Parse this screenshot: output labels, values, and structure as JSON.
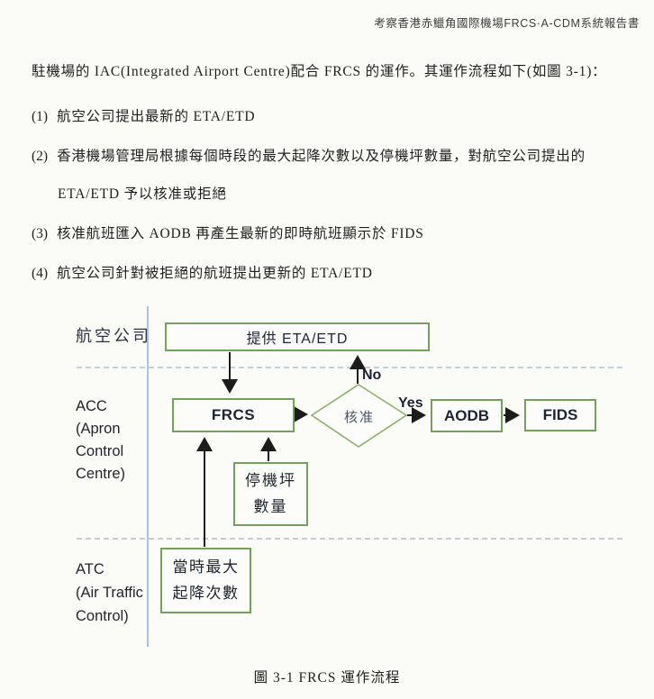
{
  "header": {
    "title": "考察香港赤鱲角國際機場FRCS·A-CDM系統報告書"
  },
  "body": {
    "intro": "駐機場的 IAC(Integrated Airport Centre)配合 FRCS 的運作。其運作流程如下(如圖 3-1)：",
    "items": [
      {
        "num": "(1)",
        "text": "航空公司提出最新的 ETA/ETD"
      },
      {
        "num": "(2)",
        "text": "香港機場管理局根據每個時段的最大起降次數以及停機坪數量，對航空公司提出的",
        "text2": "ETA/ETD 予以核准或拒絕"
      },
      {
        "num": "(3)",
        "text": "核准航班匯入 AODB 再產生最新的即時航班顯示於 FIDS"
      },
      {
        "num": "(4)",
        "text": "航空公司針對被拒絕的航班提出更新的 ETA/ETD"
      }
    ]
  },
  "flowchart": {
    "lanes": {
      "airline": "航空公司",
      "acc": [
        "ACC",
        "(Apron",
        "Control",
        "Centre)"
      ],
      "atc": [
        "ATC",
        "(Air Traffic",
        "Control)"
      ]
    },
    "nodes": {
      "provide": "提供 ETA/ETD",
      "frcs": "FRCS",
      "decision": "核准",
      "aodb": "AODB",
      "fids": "FIDS",
      "stand_line1": "停機坪",
      "stand_line2": "數量",
      "max_line1": "當時最大",
      "max_line2": "起降次數"
    },
    "edge_labels": {
      "no": "No",
      "yes": "Yes"
    },
    "colors": {
      "box_border": "#74a159",
      "diamond_border": "#8fae6a",
      "arrow": "#1c1c1c",
      "lane_line": "#8ea9d0",
      "dashed_line": "#a3b2c4"
    }
  },
  "caption": "圖 3-1 FRCS 運作流程"
}
